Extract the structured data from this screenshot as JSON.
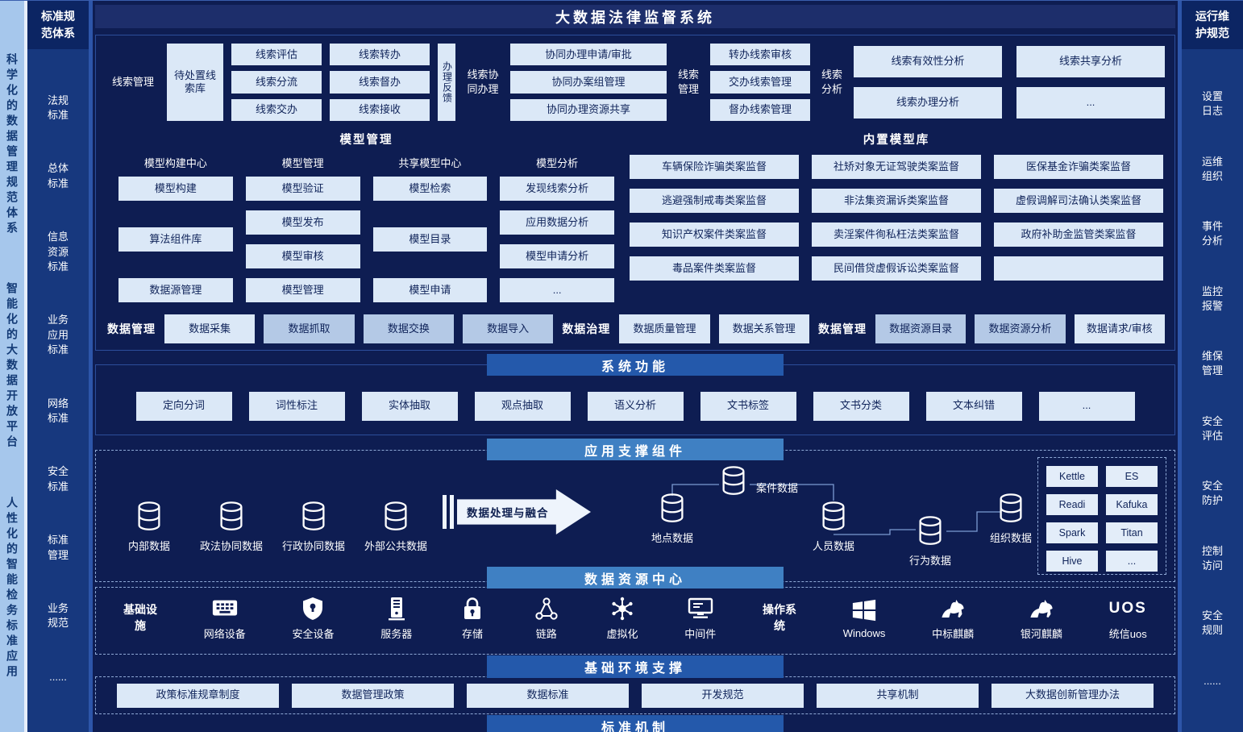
{
  "title": "大数据法律监督系统",
  "left_strip": [
    "科学化的数据管理规范体系",
    "智能化的大数据开放平台",
    "人性化的智能检务标准应用"
  ],
  "left_sidebar": {
    "header": "标准规范体系",
    "items": [
      "法规标准",
      "总体标准",
      "信息资源标准",
      "业务应用标准",
      "网络标准",
      "安全标准",
      "标准管理",
      "业务规范",
      "......"
    ]
  },
  "right_sidebar": {
    "header": "运行维护规范",
    "items": [
      "设置日志",
      "运维组织",
      "事件分析",
      "监控报警",
      "维保管理",
      "安全评估",
      "安全防护",
      "控制访问",
      "安全规则",
      "......"
    ]
  },
  "clue": {
    "group1_label": "线索管理",
    "pending_box": "待处置线索库",
    "colA": [
      "线索评估",
      "线索分流",
      "线索交办"
    ],
    "colB": [
      "线索转办",
      "线索督办",
      "线索接收"
    ],
    "feedback_box": "办理反馈",
    "group2_label": "线索协同办理",
    "colC": [
      "协同办理申请/审批",
      "协同办案组管理",
      "协同办理资源共享"
    ],
    "group3_label": "线索管理",
    "colD": [
      "转办线索审核",
      "交办线索管理",
      "督办线索管理"
    ],
    "group4_label": "线索分析",
    "analysis": [
      "线索有效性分析",
      "线索共享分析",
      "线索办理分析",
      "..."
    ]
  },
  "model": {
    "title": "模型管理",
    "columns": [
      {
        "header": "模型构建中心",
        "items": [
          "模型构建",
          "算法组件库",
          "数据源管理"
        ]
      },
      {
        "header": "模型管理",
        "items": [
          "模型验证",
          "模型发布",
          "模型审核",
          "模型管理"
        ]
      },
      {
        "header": "共享模型中心",
        "items": [
          "模型检索",
          "模型目录",
          "模型申请"
        ]
      },
      {
        "header": "模型分析",
        "items": [
          "发现线索分析",
          "应用数据分析",
          "模型申请分析",
          "..."
        ]
      }
    ]
  },
  "library": {
    "title": "内置模型库",
    "cells": [
      "车辆保险诈骗类案监督",
      "社矫对象无证驾驶类案监督",
      "医保基金诈骗类案监督",
      "逃避强制戒毒类案监督",
      "非法集资漏诉类案监督",
      "虚假调解司法确认类案监督",
      "知识产权案件类案监督",
      "卖淫案件徇私枉法类案监督",
      "政府补助金监管类案监督",
      "毒品案件类案监督",
      "民间借贷虚假诉讼类案监督",
      ""
    ]
  },
  "data_row": {
    "label1": "数据管理",
    "g1": [
      "数据采集",
      "数据抓取",
      "数据交换",
      "数据导入"
    ],
    "label2": "数据治理",
    "g2": [
      "数据质量管理",
      "数据关系管理"
    ],
    "label3": "数据管理",
    "g3": [
      "数据资源目录",
      "数据资源分析",
      "数据请求/审核"
    ]
  },
  "system_functions": {
    "banner": "系统功能",
    "items": [
      "定向分词",
      "词性标注",
      "实体抽取",
      "观点抽取",
      "语义分析",
      "文书标签",
      "文书分类",
      "文本纠错",
      "..."
    ]
  },
  "app_support": {
    "banner": "应用支撑组件",
    "sources": [
      "内部数据",
      "政法协同数据",
      "行政协同数据",
      "外部公共数据"
    ],
    "arrow_label": "数据处理与融合",
    "entities": [
      "案件数据",
      "地点数据",
      "人员数据",
      "行为数据",
      "组织数据"
    ],
    "tools": [
      "Kettle",
      "ES",
      "Readi",
      "Kafuka",
      "Spark",
      "Titan",
      "Hive",
      "..."
    ]
  },
  "data_center_banner": "数据资源中心",
  "infrastructure": {
    "label": "基础设施",
    "items": [
      "网络设备",
      "安全设备",
      "服务器",
      "存储",
      "链路",
      "虚拟化",
      "中间件"
    ],
    "os_label": "操作系统",
    "os_items": [
      "Windows",
      "中标麒麟",
      "银河麒麟",
      "统信uos"
    ],
    "uos_logo": "UOS"
  },
  "base_env_banner": "基础环境支撑",
  "policies": [
    "政策标准规章制度",
    "数据管理政策",
    "数据标准",
    "开发规范",
    "共享机制",
    "大数据创新管理办法"
  ],
  "bottom_banner": "标准机制",
  "colors": {
    "background": "#0e1d52",
    "banner_dark": "#2459ab",
    "banner_light": "#3f80c3",
    "box_light": "#dbe8f7",
    "box_steel": "#b4c9e6",
    "sidebar": "#17387e",
    "strip": "#a6c7ec"
  },
  "icons": {
    "database-icon": "css-cylinder",
    "fusion-arrow-icon": "css-right-arrow",
    "keyboard-icon": "svg-keyboard",
    "shield-icon": "svg-shield",
    "server-icon": "svg-server-tower",
    "storage-lock-icon": "svg-padlock",
    "link-nodes-icon": "svg-node-triangle",
    "virtualization-icon": "svg-molecule",
    "middleware-monitor-icon": "svg-monitor",
    "windows-logo-icon": "svg-windows-flag",
    "kirin-icon": "svg-kirin-horse"
  }
}
